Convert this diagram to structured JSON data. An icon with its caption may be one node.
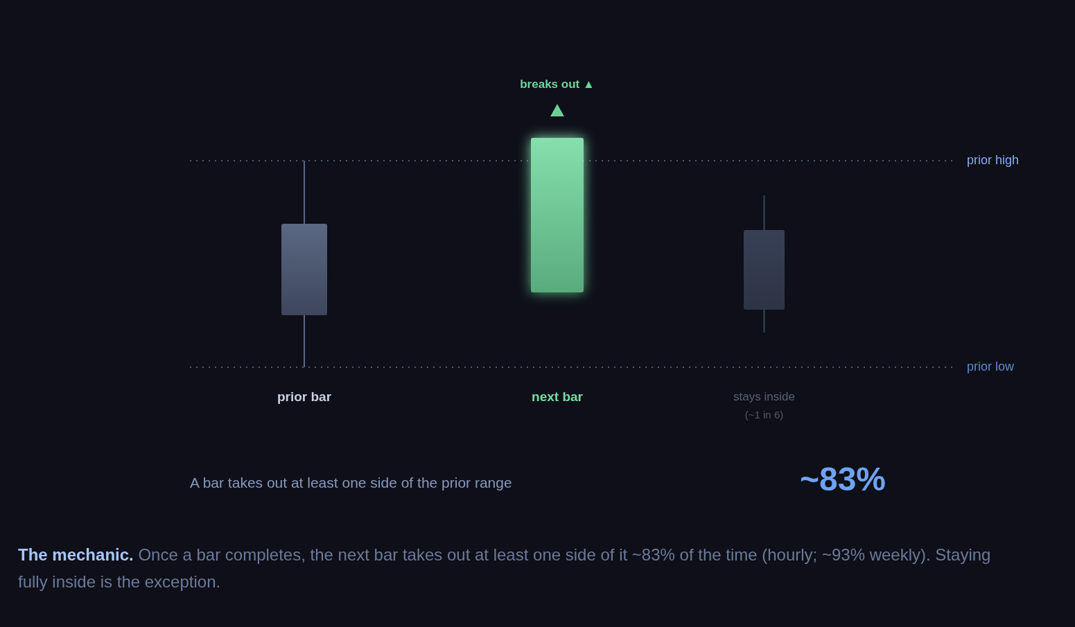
{
  "diagram": {
    "nodes": [
      {
        "text": [],
        "shape": "bar",
        "beside": [
          "prior bar"
        ]
      },
      {
        "text": [],
        "shape": "bar"
      },
      {
        "text": [],
        "shape": "bar",
        "beside": [
          "stays inside",
          "(~1 in 6)"
        ]
      }
    ],
    "labels": [
      "breaks out ▲",
      "prior high",
      "prior low",
      "next bar",
      "A bar takes out at least one side of the prior range",
      "~83%",
      "**The mechanic.** Once a bar completes, the next bar takes out at least one side of it ~83% of the time (hourly; ~93% weekly). Staying fully inside is the exception."
    ]
  }
}
